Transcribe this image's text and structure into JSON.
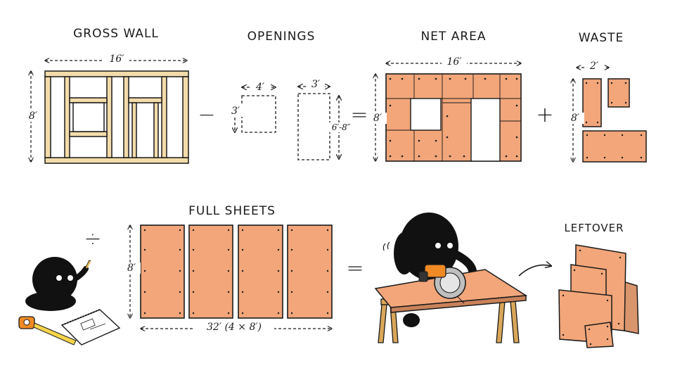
{
  "labels": {
    "gross_wall": "GROSS WALL",
    "openings": "OPENINGS",
    "net_area": "NET AREA",
    "waste": "WASTE",
    "full_sheets": "FULL SHEETS",
    "leftover": "LEFTOVER"
  },
  "dimensions": {
    "gross_width": "16′",
    "gross_height": "8′",
    "window_width": "4′",
    "window_height": "3′",
    "door_width": "3′",
    "door_height": "6′-8″",
    "net_width": "16′",
    "net_height": "8′",
    "waste_width": "2′",
    "waste_height": "8′",
    "sheet_height": "8′",
    "sheets_total_width": "32′ (4 × 8′)"
  },
  "operators": {
    "minus": "−",
    "equals_1": "=",
    "plus": "+",
    "divide": "÷",
    "equals_2": "="
  },
  "colors": {
    "sheathing": "#f2a67a",
    "lumber": "#f3dcaa",
    "ink": "#1a1a1a"
  }
}
